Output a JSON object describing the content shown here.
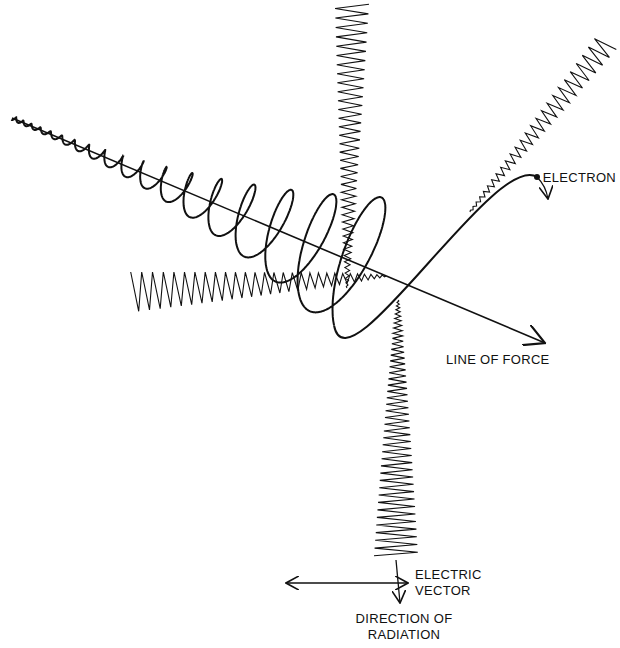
{
  "diagram": {
    "labels": [
      "ELECTRON",
      "LINE OF FORCE",
      "ELECTRIC VECTOR",
      "DIRECTION OF RADIATION"
    ]
  }
}
